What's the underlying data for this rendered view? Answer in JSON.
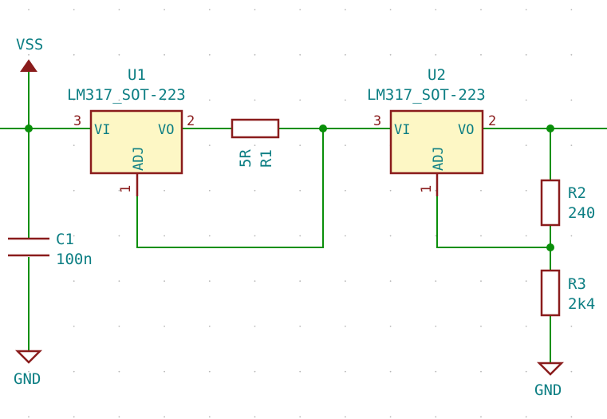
{
  "power": {
    "vss": "VSS",
    "gnd_left": "GND",
    "gnd_right": "GND"
  },
  "u1": {
    "ref": "U1",
    "value": "LM317_SOT-223",
    "pin_vi_num": "3",
    "pin_vi_name": "VI",
    "pin_vo_num": "2",
    "pin_vo_name": "VO",
    "pin_adj_num": "1",
    "pin_adj_name": "ADJ"
  },
  "u2": {
    "ref": "U2",
    "value": "LM317_SOT-223",
    "pin_vi_num": "3",
    "pin_vi_name": "VI",
    "pin_vo_num": "2",
    "pin_vo_name": "VO",
    "pin_adj_num": "1",
    "pin_adj_name": "ADJ"
  },
  "r1": {
    "ref": "R1",
    "value": "5R"
  },
  "r2": {
    "ref": "R2",
    "value": "240"
  },
  "r3": {
    "ref": "R3",
    "value": "2k4"
  },
  "c1": {
    "ref": "C1",
    "value": "100n"
  },
  "colors": {
    "wire": "#0a8f0a",
    "component_outline": "#8a1c1c",
    "component_fill": "#fdf7c5",
    "label_text": "#0c7e83"
  }
}
